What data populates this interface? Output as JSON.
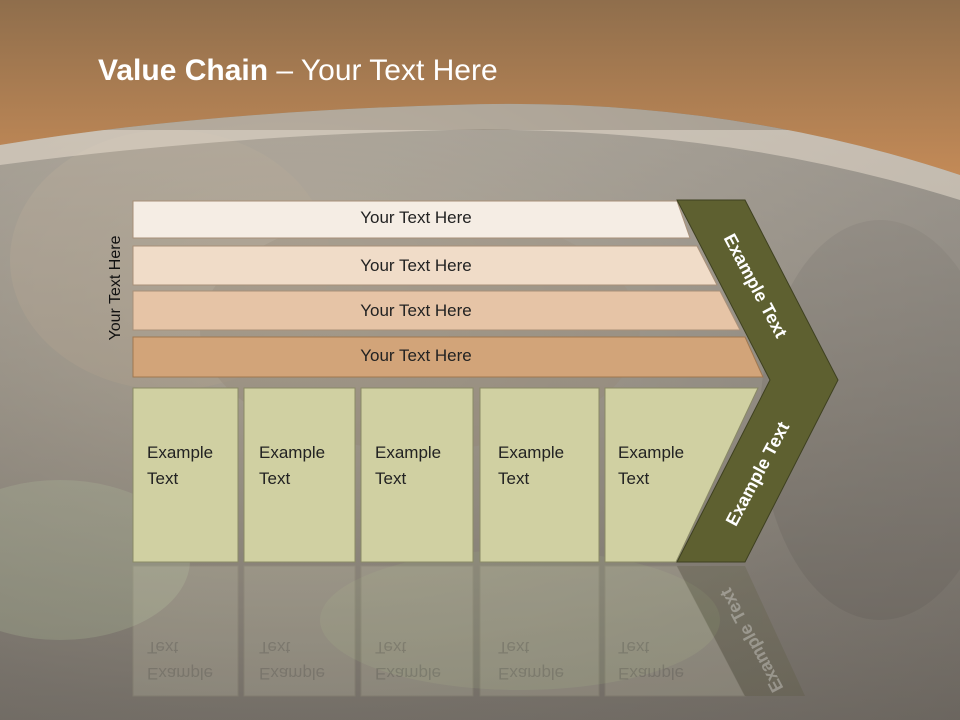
{
  "title": {
    "bold": "Value Chain",
    "rest": " – Your Text Here"
  },
  "side_label": "Your Text Here",
  "bars": [
    {
      "label": "Your Text Here"
    },
    {
      "label": "Your Text Here"
    },
    {
      "label": "Your Text Here"
    },
    {
      "label": "Your Text Here"
    }
  ],
  "boxes": [
    {
      "line1": "Example",
      "line2": "Text"
    },
    {
      "line1": "Example",
      "line2": "Text"
    },
    {
      "line1": "Example",
      "line2": "Text"
    },
    {
      "line1": "Example",
      "line2": "Text"
    },
    {
      "line1": "Example",
      "line2": "Text"
    }
  ],
  "arrow": {
    "upper": "Example Text",
    "lower": "Example Text"
  },
  "colors": {
    "header": "#b8784a",
    "bar1": "#f5ede4",
    "bar2": "#f0dcc8",
    "bar3": "#e6c4a6",
    "bar4": "#d2a479",
    "box": "#d0d0a2",
    "arrow": "#5e6030"
  }
}
